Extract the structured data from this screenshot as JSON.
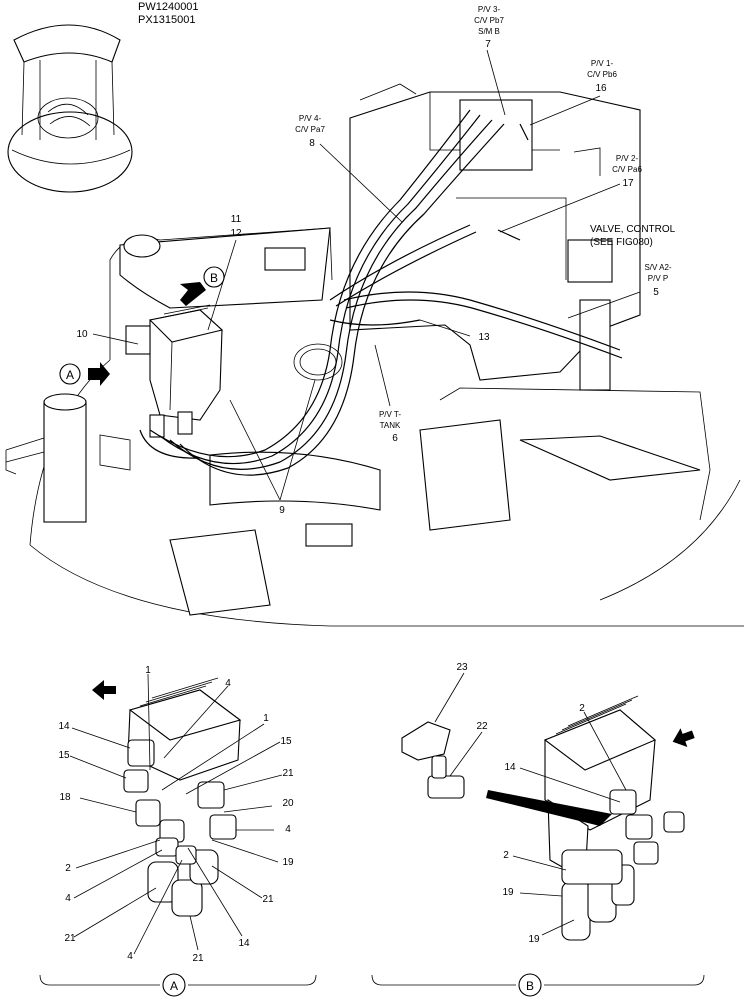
{
  "header": {
    "line1": "PW1240001",
    "line2": "PX1315001"
  },
  "labels": {
    "c7a": "P/V 3-",
    "c7b": "C/V Pb7",
    "c7c": "S/M B",
    "c7n": "7",
    "c16a": "P/V 1-",
    "c16b": "C/V Pb6",
    "c16n": "16",
    "c8a": "P/V 4-",
    "c8b": "C/V Pa7",
    "c8n": "8",
    "c17a": "P/V 2-",
    "c17b": "C/V Pa6",
    "c17n": "17",
    "valve1": "VALVE, CONTROL",
    "valve2": "(SEE FIG080)",
    "c5a": "S/V A2-",
    "c5b": "P/V P",
    "c5n": "5",
    "n11": "11",
    "n12": "12",
    "n10": "10",
    "n13": "13",
    "c6a": "P/V T-",
    "c6b": "TANK",
    "c6n": "6",
    "n9": "9"
  },
  "callouts": {
    "a": "A",
    "b": "B"
  },
  "detail_a": {
    "n1a": "1",
    "n4a": "4",
    "n1b": "1",
    "n14a": "14",
    "n15a": "15",
    "n15b": "15",
    "n21a": "21",
    "n18": "18",
    "n20": "20",
    "n4b": "4",
    "n2": "2",
    "n19": "19",
    "n4c": "4",
    "n21b": "21",
    "n21c": "21",
    "n4d": "4",
    "n14b": "14",
    "n21d": "21"
  },
  "detail_b": {
    "n23": "23",
    "n22": "22",
    "n2a": "2",
    "n14": "14",
    "n2b": "2",
    "n19a": "19",
    "n19b": "19"
  }
}
